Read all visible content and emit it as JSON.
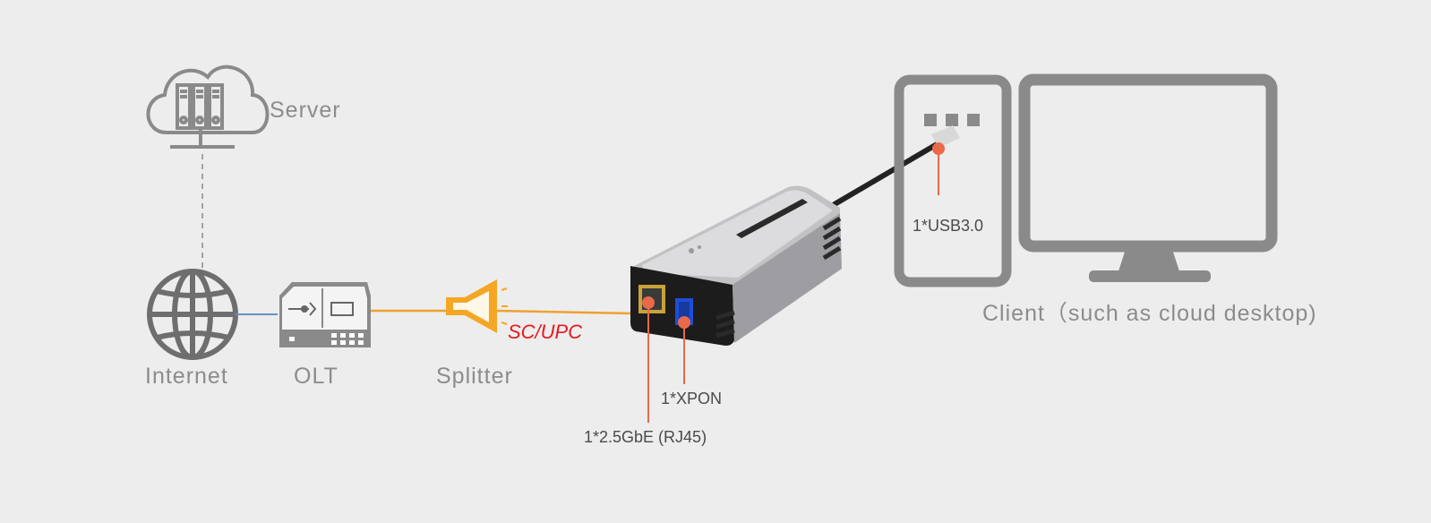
{
  "labels": {
    "server": "Server",
    "internet": "Internet",
    "olt": "OLT",
    "splitter": "Splitter",
    "connector": "SC/UPC",
    "port_xpon": "1*XPON",
    "port_rj45": "1*2.5GbE (RJ45)",
    "port_usb": "1*USB3.0",
    "client": "Client（such as cloud desktop)"
  },
  "icons": {
    "server": "cloud-server-icon",
    "internet": "globe-icon",
    "olt": "olt-device-icon",
    "splitter": "optical-splitter-icon",
    "device": "xpon-usb-adapter",
    "client_tower": "computer-tower-icon",
    "client_monitor": "monitor-icon"
  },
  "colors": {
    "background": "#ededed",
    "icon_gray": "#8a8a8a",
    "fiber_orange": "#f0a030",
    "splitter_orange": "#f5a623",
    "callout_red": "#e86a4a",
    "connector_label_red": "#e8191e",
    "ethernet_line_blue": "#6a8fc8"
  }
}
